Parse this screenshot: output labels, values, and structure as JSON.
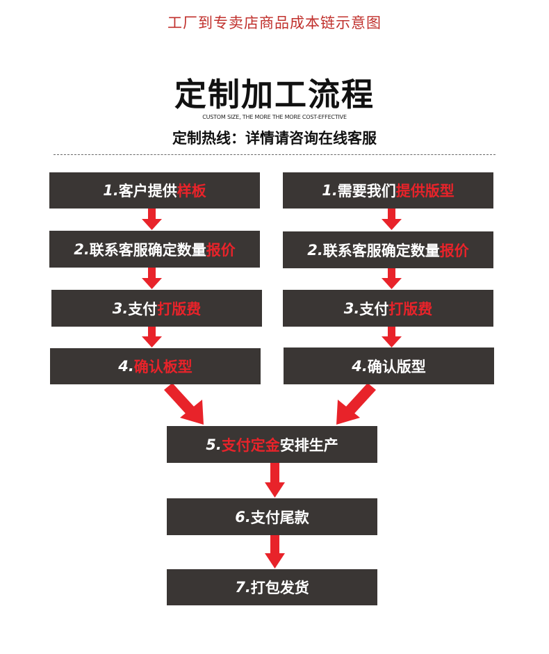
{
  "header": {
    "top_title": "工厂到专卖店商品成本链示意图",
    "main_title": "定制加工流程",
    "subtitle_en": "CUSTOM SIZE, THE MORE THE MORE COST-EFFECTIVE",
    "hotline": "定制热线：详情请咨询在线客服"
  },
  "left_steps": [
    {
      "num": "1.",
      "text": "客户提供",
      "highlight": "样板",
      "rest": ""
    },
    {
      "num": "2.",
      "text": "联系客服确定数量",
      "highlight": "报价",
      "rest": ""
    },
    {
      "num": "3.",
      "text": "支付",
      "highlight": "打版费",
      "rest": ""
    },
    {
      "num": "4.",
      "text": "",
      "highlight": "确认板型",
      "rest": ""
    }
  ],
  "right_steps": [
    {
      "num": "1.",
      "text": "需要我们",
      "highlight": "提供版型",
      "rest": ""
    },
    {
      "num": "2.",
      "text": "联系客服确定数量",
      "highlight": "报价",
      "rest": ""
    },
    {
      "num": "3.",
      "text": "支付",
      "highlight": "打版费",
      "rest": ""
    },
    {
      "num": "4.",
      "text": "确认版型",
      "highlight": "",
      "rest": ""
    }
  ],
  "center_steps": [
    {
      "num": "5.",
      "text": "",
      "highlight": "支付定金",
      "rest": "安排生产"
    },
    {
      "num": "6.",
      "text": "支付尾款",
      "highlight": "",
      "rest": ""
    },
    {
      "num": "7.",
      "text": "打包发货",
      "highlight": "",
      "rest": ""
    }
  ],
  "colors": {
    "accent_red": "#e8232a",
    "title_red": "#c0302c",
    "box_bg": "#3a3634"
  }
}
